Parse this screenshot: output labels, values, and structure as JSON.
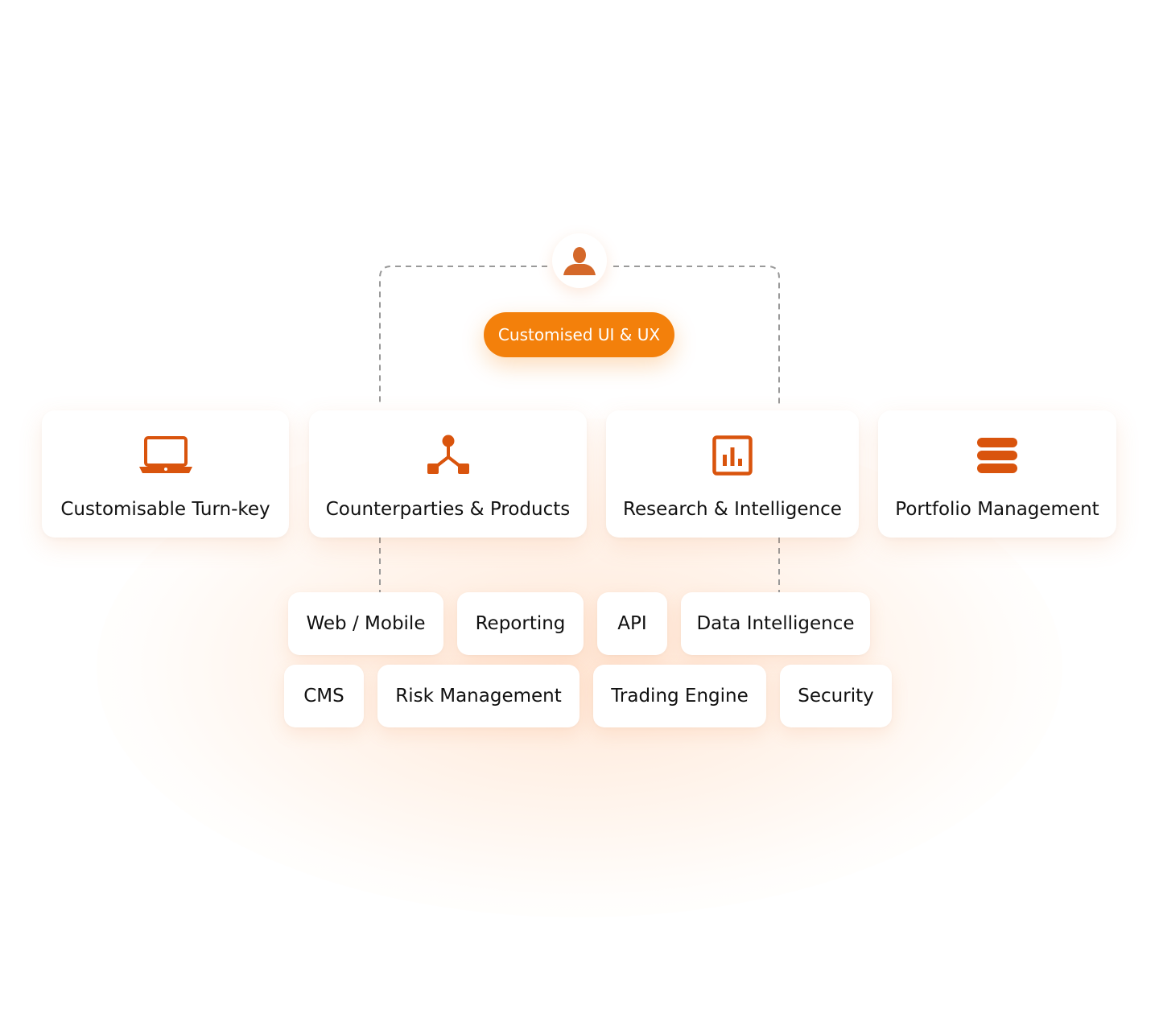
{
  "top": {
    "user_icon": "user-icon",
    "pill_label": "Customised UI & UX"
  },
  "cards": [
    {
      "label": "Customisable Turn-key",
      "icon": "laptop-icon"
    },
    {
      "label": "Counterparties & Products",
      "icon": "network-icon"
    },
    {
      "label": "Research & Intelligence",
      "icon": "bar-chart-icon"
    },
    {
      "label": "Portfolio Management",
      "icon": "stack-icon"
    }
  ],
  "chips_row1": [
    "Web / Mobile",
    "Reporting",
    "API",
    "Data Intelligence"
  ],
  "chips_row2": [
    "CMS",
    "Risk Management",
    "Trading Engine",
    "Security"
  ],
  "colors": {
    "accent": "#f3800b",
    "icon": "#d9540d",
    "user_icon": "#d4682a",
    "connector": "#9a9a9a",
    "text": "#111111"
  }
}
